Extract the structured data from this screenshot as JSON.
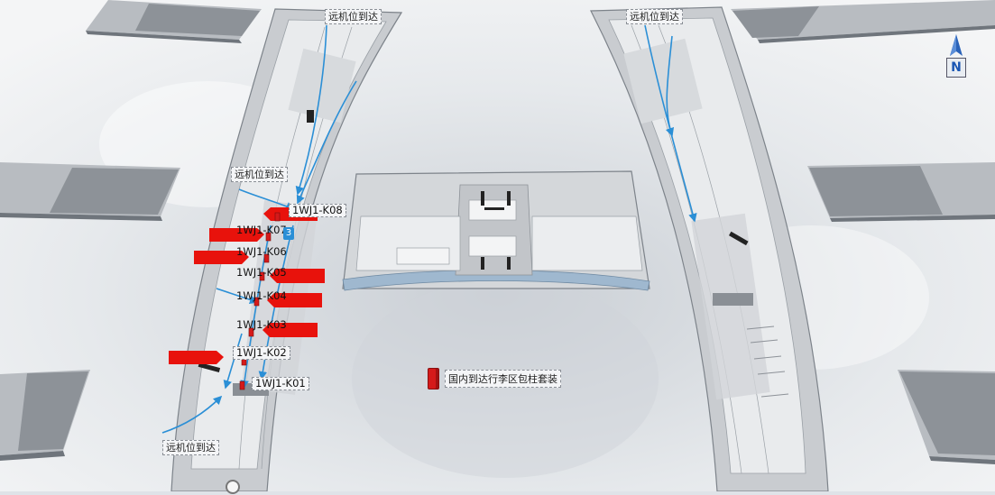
{
  "map": {
    "remote_stand_labels": [
      "远机位到达",
      "远机位到达",
      "远机位到达",
      "远机位到达"
    ],
    "kiosks": [
      "1WJ1-K08",
      "1WJ1-K07",
      "1WJ1-K06",
      "1WJ1-K05",
      "1WJ1-K04",
      "1WJ1-K03",
      "1WJ1-K02",
      "1WJ1-K01"
    ],
    "legend": {
      "label": "国内到达行李区包柱套装",
      "color": "#d51a1a"
    },
    "compass": {
      "letter": "N",
      "icon": "north-arrow-icon"
    },
    "colors": {
      "route": "#2b8fd6",
      "marker": "#e8120c",
      "sky": "#dfe3e8"
    },
    "badge": "3"
  }
}
